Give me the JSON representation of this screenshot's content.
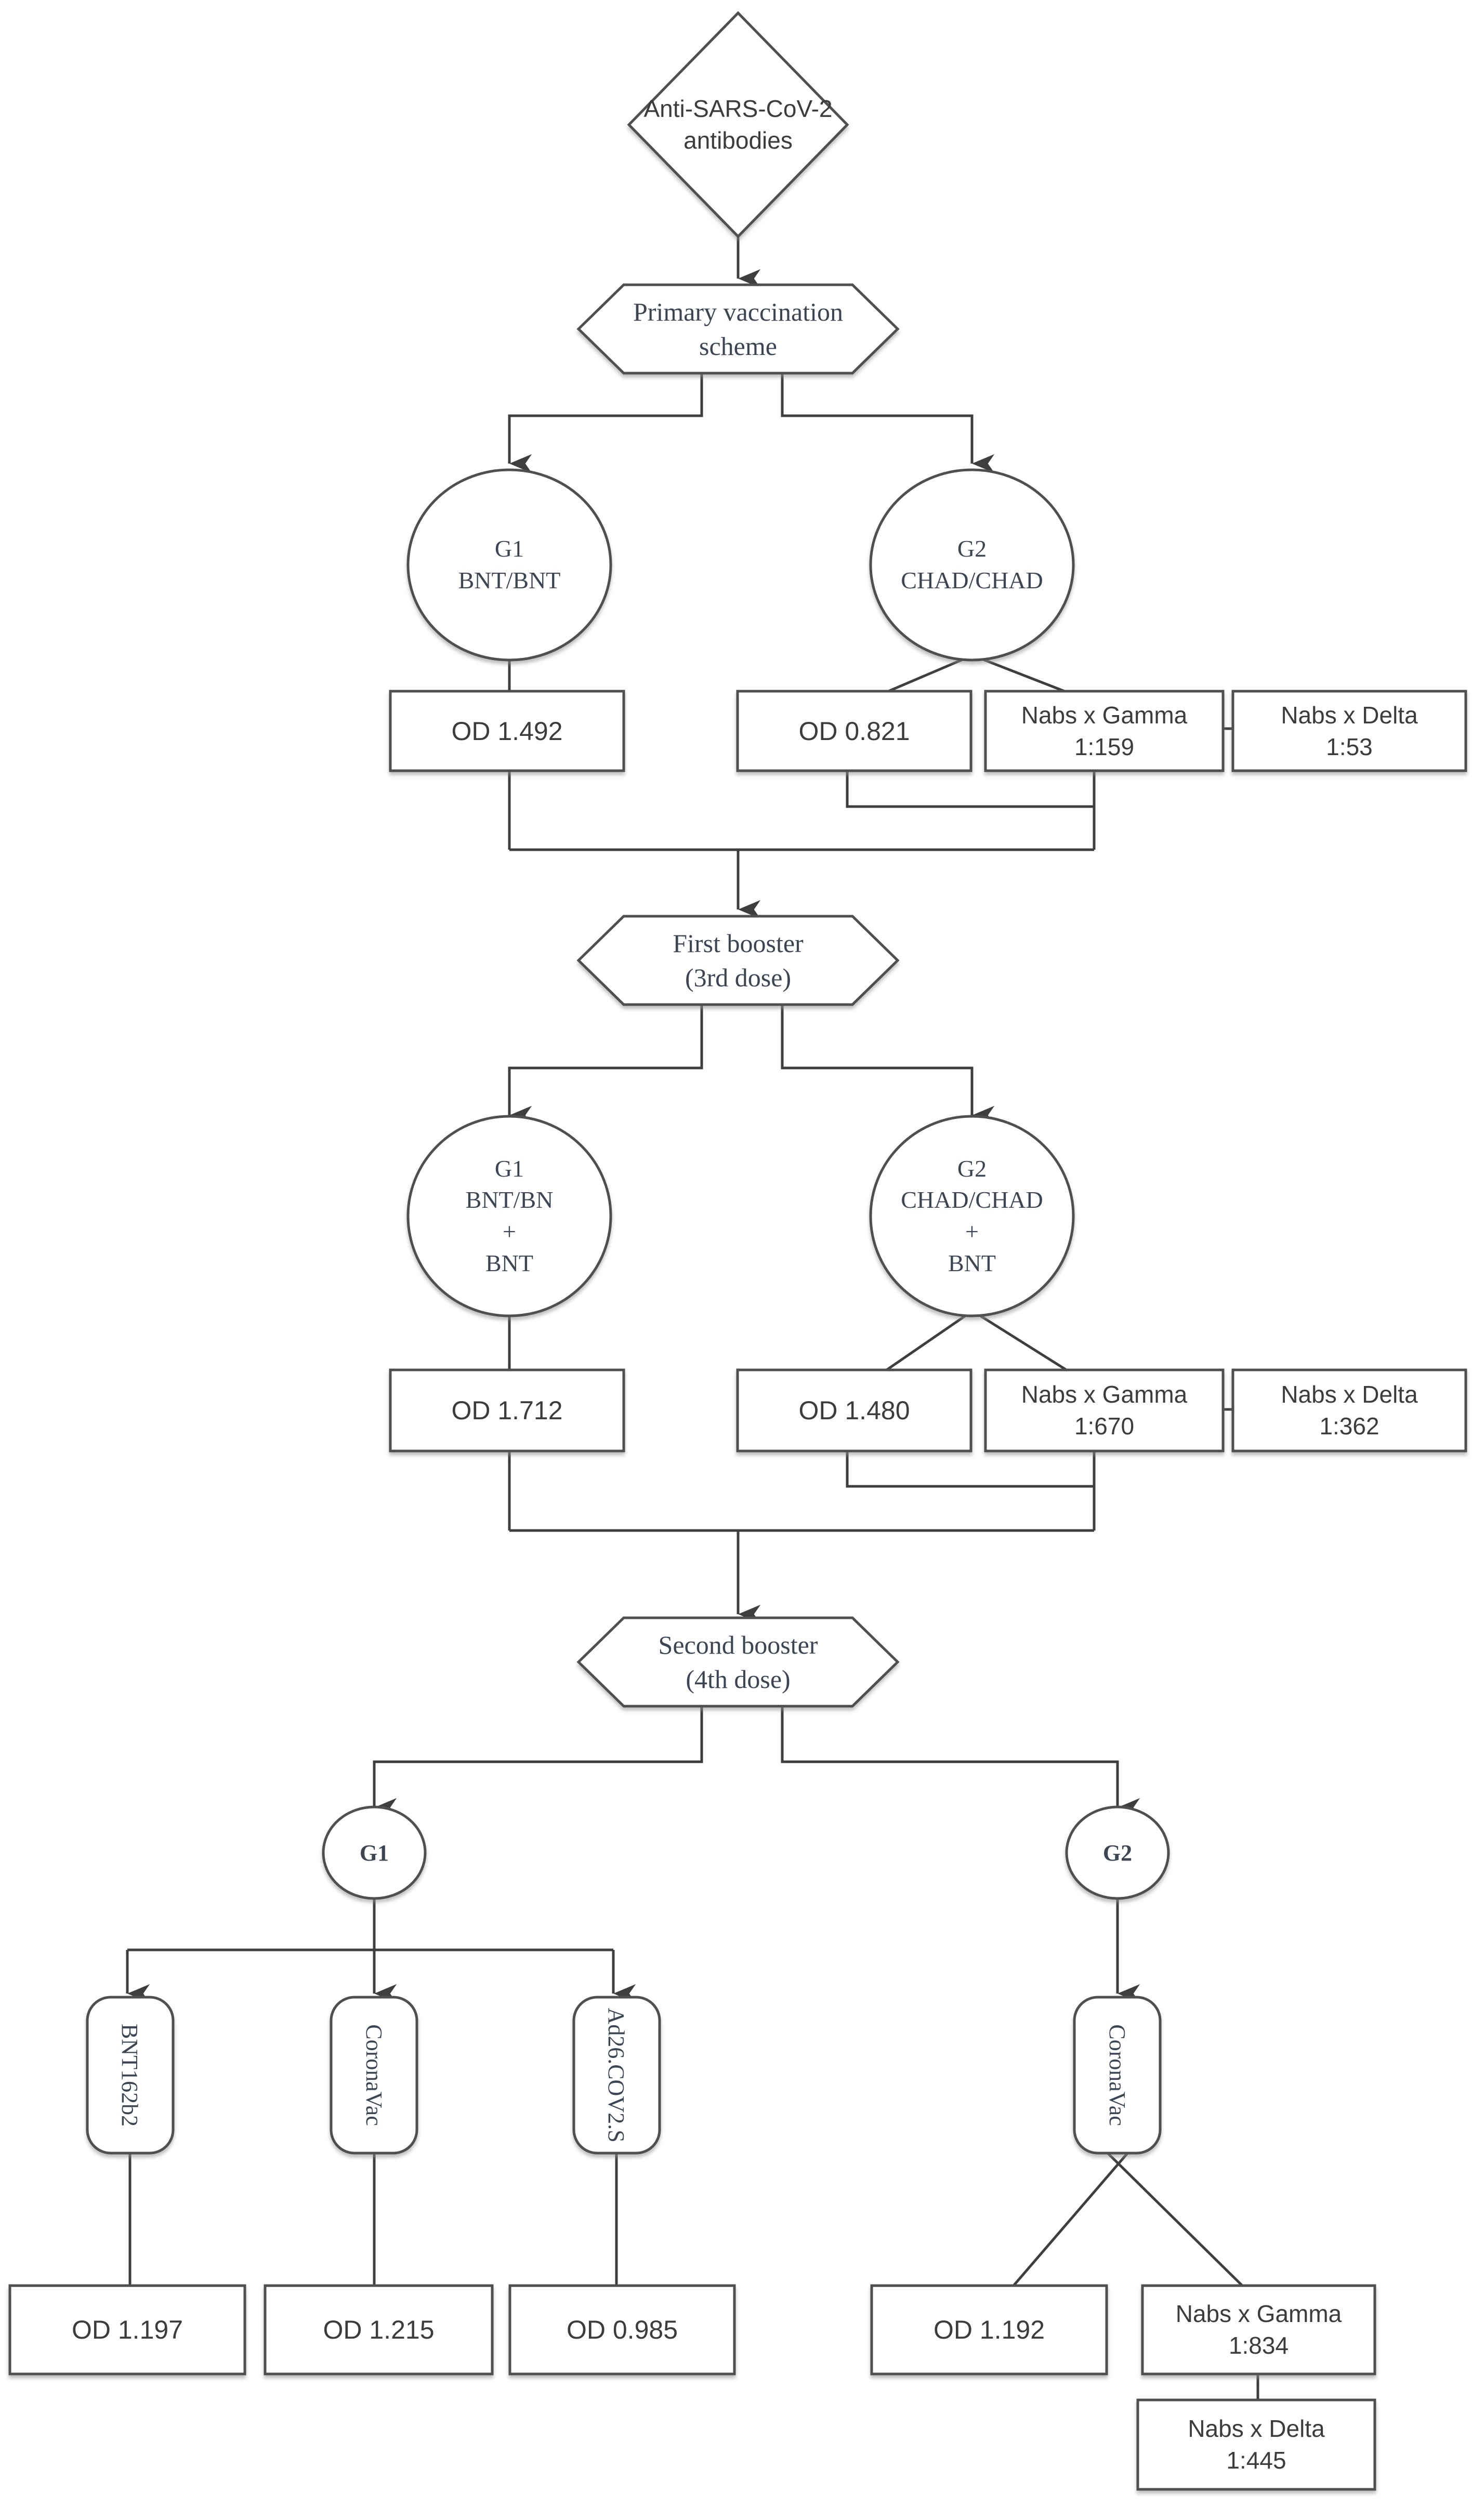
{
  "diagram": {
    "type": "flowchart",
    "topic": "Anti-SARS-CoV-2 antibody levels across vaccination stages",
    "colors": {
      "background": "#ffffff",
      "line": "#3e3e3e",
      "shape_border": "#4f4f4f",
      "shape_fill": "#ffffff",
      "text": "#3c4250"
    }
  },
  "nodes": {
    "root": {
      "line1": "Anti-SARS-CoV-2",
      "line2": "antibodies"
    },
    "stage1": {
      "line1": "Primary vaccination",
      "line2": "scheme"
    },
    "g1_primary": {
      "line1": "G1",
      "line2": "BNT/BNT"
    },
    "g2_primary": {
      "line1": "G2",
      "line2": "CHAD/CHAD"
    },
    "od_g1_primary": "OD 1.492",
    "od_g2_primary": "OD 0.821",
    "nabs_gamma_primary": {
      "line1": "Nabs x Gamma",
      "line2": "1:159"
    },
    "nabs_delta_primary": {
      "line1": "Nabs x Delta",
      "line2": "1:53"
    },
    "stage2": {
      "line1": "First booster",
      "line2": "(3rd dose)"
    },
    "g1_booster1": {
      "line1": "G1",
      "line2": "BNT/BN",
      "line3": "+",
      "line4": "BNT"
    },
    "g2_booster1": {
      "line1": "G2",
      "line2": "CHAD/CHAD",
      "line3": "+",
      "line4": "BNT"
    },
    "od_g1_booster1": "OD 1.712",
    "od_g2_booster1": "OD 1.480",
    "nabs_gamma_booster1": {
      "line1": "Nabs x Gamma",
      "line2": "1:670"
    },
    "nabs_delta_booster1": {
      "line1": "Nabs x Delta",
      "line2": "1:362"
    },
    "stage3": {
      "line1": "Second booster",
      "line2": "(4th dose)"
    },
    "g1_booster2": "G1",
    "g2_booster2": "G2",
    "g1_vaccine_a": "BNT162b2",
    "g1_vaccine_b": "CoronaVac",
    "g1_vaccine_c": "Ad26.COV2.S",
    "g2_vaccine": "CoronaVac",
    "od_bnt162b2": "OD 1.197",
    "od_coronavac_g1": "OD 1.215",
    "od_ad26": "OD 0.985",
    "od_coronavac_g2": "OD 1.192",
    "nabs_gamma_booster2": {
      "line1": "Nabs x Gamma",
      "line2": "1:834"
    },
    "nabs_delta_booster2": {
      "line1": "Nabs x Delta",
      "line2": "1:445"
    }
  }
}
